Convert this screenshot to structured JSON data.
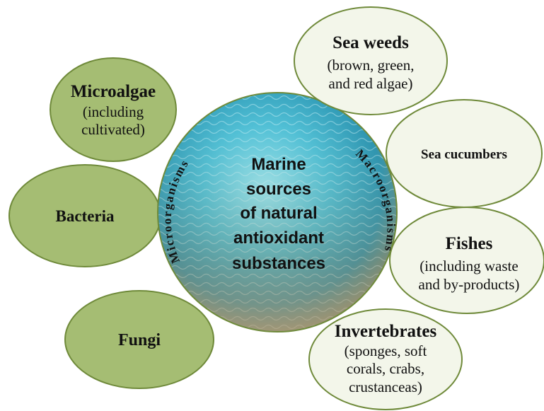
{
  "center": {
    "lines": [
      "Marine",
      "sources",
      "of natural",
      "antioxidant",
      "substances"
    ]
  },
  "arcs": {
    "left": "Microorganisms",
    "right": "Macroorganisms"
  },
  "bubbles": {
    "microalgae": {
      "title": "Microalgae",
      "sub": [
        "(including",
        "cultivated)"
      ]
    },
    "bacteria": {
      "title": "Bacteria",
      "sub": []
    },
    "fungi": {
      "title": "Fungi",
      "sub": []
    },
    "seaweeds": {
      "title": "Sea weeds",
      "sub": [
        "(brown, green,",
        "and red algae)"
      ]
    },
    "seacucumbers": {
      "title": "Sea cucumbers",
      "sub": []
    },
    "fishes": {
      "title": "Fishes",
      "sub": [
        "(including waste",
        "and by-products)"
      ]
    },
    "invertebrates": {
      "title": "Invertebrates",
      "sub": [
        "(sponges, soft",
        "corals, crabs,",
        "crustanceas)"
      ]
    }
  },
  "colors": {
    "left_fill": "#a5bd73",
    "right_fill": "#f3f6ea",
    "stroke": "#6f8a3a",
    "water_light": "#8fe0ee",
    "water_mid": "#3fb4cf",
    "water_deep": "#1f7e9c",
    "water_sand": "#b59a72"
  }
}
